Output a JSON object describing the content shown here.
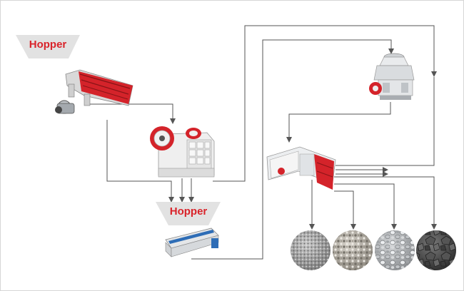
{
  "hoppers": {
    "top_label": "Hopper",
    "bottom_label": "Hopper"
  },
  "colors": {
    "hopper_fill": "#e2e2e2",
    "hopper_text": "#d9232a",
    "machine_red": "#d4232a",
    "machine_white": "#f2f2f2",
    "machine_gray": "#9aa0a6",
    "line": "#555555"
  },
  "equipment": [
    {
      "name": "vibrating-feeder"
    },
    {
      "name": "jaw-crusher"
    },
    {
      "name": "cone-crusher"
    },
    {
      "name": "vibrating-screen"
    },
    {
      "name": "belt-feeder"
    }
  ],
  "products": [
    {
      "name": "fine-aggregate"
    },
    {
      "name": "small-aggregate"
    },
    {
      "name": "medium-aggregate"
    },
    {
      "name": "coarse-aggregate"
    }
  ]
}
